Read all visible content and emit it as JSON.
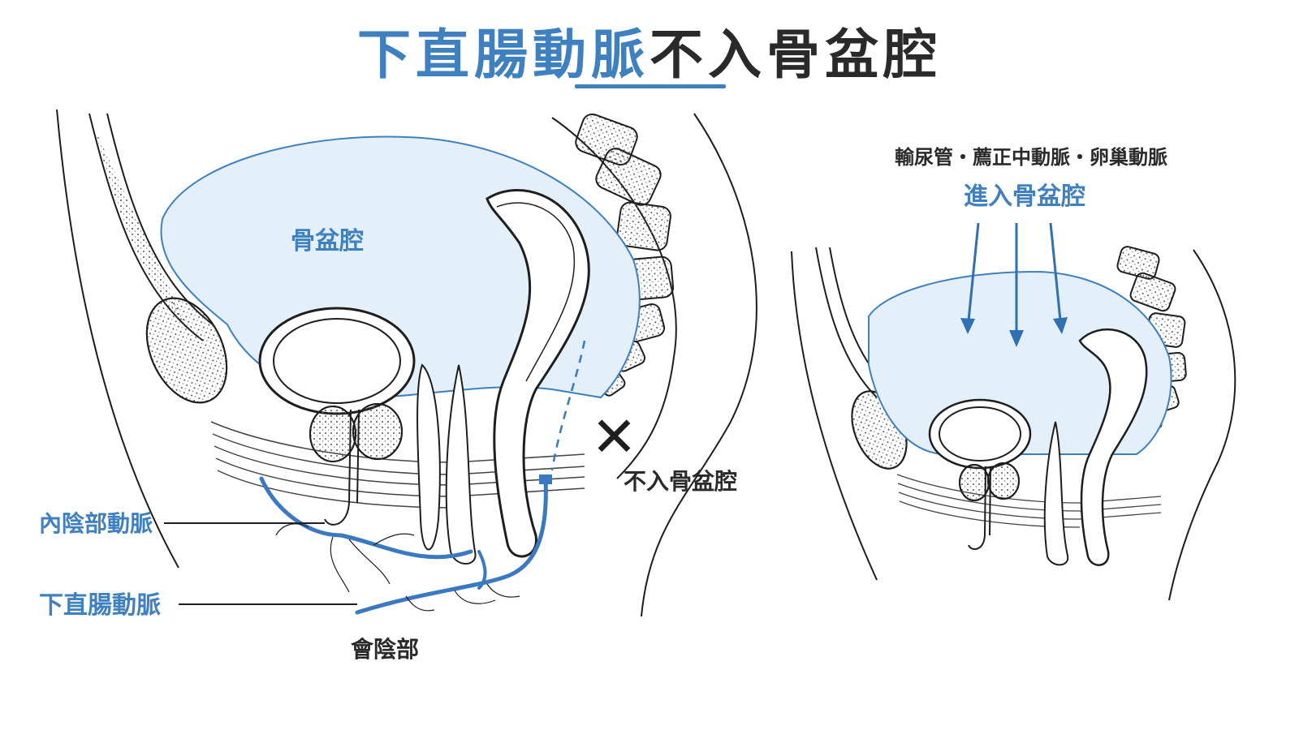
{
  "title": {
    "highlight": "下直腸動脈",
    "rest": "不入骨盆腔"
  },
  "left_diagram": {
    "pelvic_cavity_label": "骨盆腔",
    "internal_pudendal_label": "內陰部動脈",
    "inferior_rectal_label": "下直腸動脈",
    "perineum_label": "會陰部",
    "not_enter_label": "不入骨盆腔",
    "cross_mark": "✕"
  },
  "right_diagram": {
    "vessels_label": "輸尿管・薦正中動脈・卵巢動脈",
    "enter_label": "進入骨盆腔"
  },
  "colors": {
    "accent": "#3f80c0",
    "artery": "#3a78c2",
    "cavity_fill": "#e3eff9",
    "line": "#1e1e1e"
  }
}
